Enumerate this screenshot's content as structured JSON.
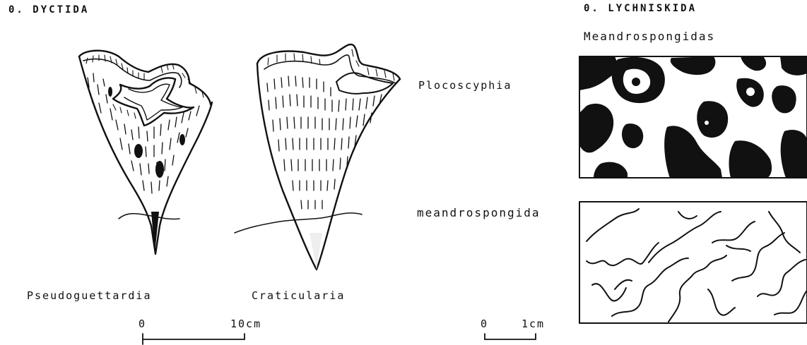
{
  "headers": {
    "left": "0. DYCTIDA",
    "right": "0. LYCHNISKIDA"
  },
  "subheader": "Meandrospongidas",
  "specimens": {
    "left": "Pseudoguettardia",
    "middle": "Craticularia"
  },
  "sections": {
    "top": "Plocoscyphia",
    "bottom": "meandrospongida"
  },
  "scales": {
    "large": {
      "start": "0",
      "end": "10cm"
    },
    "small": {
      "start": "0",
      "end": "1cm"
    }
  }
}
